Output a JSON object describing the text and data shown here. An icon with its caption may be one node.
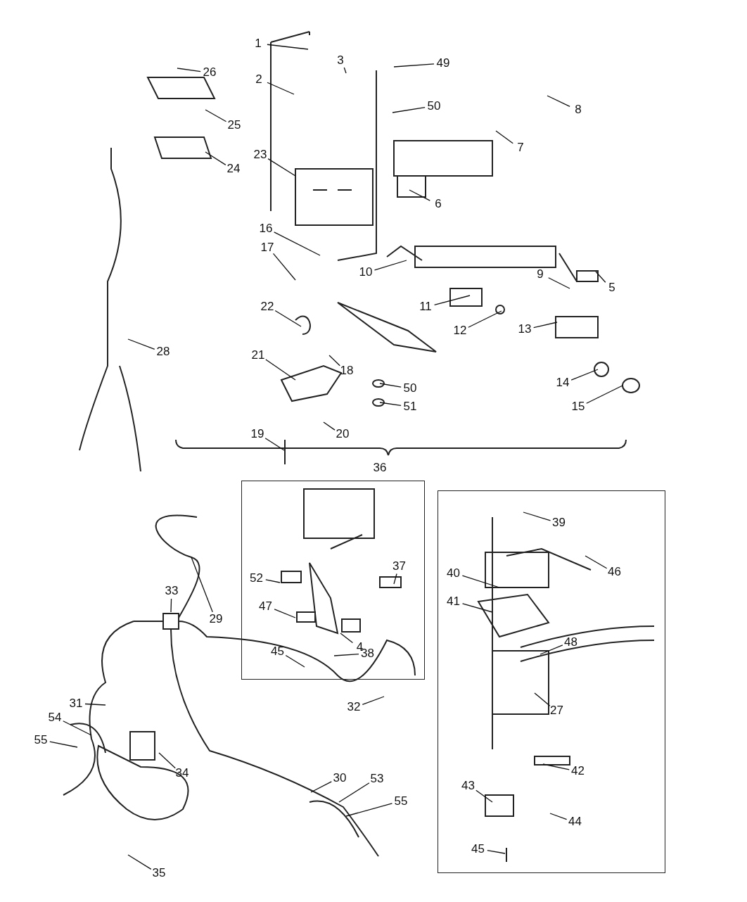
{
  "diagram": {
    "nodes": [
      {
        "text": [
          "26"
        ]
      },
      {
        "text": [
          "1"
        ]
      },
      {
        "text": [
          "2"
        ]
      },
      {
        "text": [
          "3"
        ]
      },
      {
        "text": [
          "49"
        ]
      },
      {
        "text": [
          "50"
        ]
      },
      {
        "text": [
          "8"
        ]
      },
      {
        "text": [
          "7"
        ]
      },
      {
        "text": [
          "25"
        ]
      },
      {
        "text": [
          "24"
        ]
      },
      {
        "text": [
          "23"
        ]
      },
      {
        "text": [
          "6"
        ]
      },
      {
        "text": [
          "16"
        ]
      },
      {
        "text": [
          "17"
        ]
      },
      {
        "text": [
          "10"
        ]
      },
      {
        "text": [
          "9"
        ]
      },
      {
        "text": [
          "5"
        ]
      },
      {
        "text": [
          "11"
        ]
      },
      {
        "text": [
          "12"
        ]
      },
      {
        "text": [
          "13"
        ]
      },
      {
        "text": [
          "22"
        ]
      },
      {
        "text": [
          "18"
        ]
      },
      {
        "text": [
          "21"
        ]
      },
      {
        "text": [
          "50"
        ]
      },
      {
        "text": [
          "51"
        ]
      },
      {
        "text": [
          "14"
        ]
      },
      {
        "text": [
          "15"
        ]
      },
      {
        "text": [
          "19"
        ]
      },
      {
        "text": [
          "20"
        ]
      },
      {
        "text": [
          "28"
        ]
      },
      {
        "text": [],
        "shape": "box"
      },
      {
        "text": [
          "52"
        ],
        "in": 30
      },
      {
        "text": [
          "37"
        ],
        "in": 30
      },
      {
        "text": [
          "47"
        ],
        "in": 30
      },
      {
        "text": [
          "4"
        ],
        "in": 30
      },
      {
        "text": [
          "38"
        ],
        "in": 30
      },
      {
        "text": [
          "45"
        ],
        "in": 30
      },
      {
        "text": [],
        "shape": "box"
      },
      {
        "text": [
          "39"
        ],
        "in": 37
      },
      {
        "text": [
          "40"
        ],
        "in": 37
      },
      {
        "text": [
          "46"
        ],
        "in": 37
      },
      {
        "text": [
          "41"
        ],
        "in": 37
      },
      {
        "text": [
          "48"
        ],
        "in": 37
      },
      {
        "text": [
          "27"
        ],
        "in": 37
      },
      {
        "text": [
          "42"
        ],
        "in": 37
      },
      {
        "text": [
          "43"
        ],
        "in": 37
      },
      {
        "text": [
          "44"
        ],
        "in": 37
      },
      {
        "text": [
          "45"
        ],
        "in": 37
      },
      {
        "text": [
          "29"
        ]
      },
      {
        "text": [
          "33"
        ]
      },
      {
        "text": [
          "31"
        ]
      },
      {
        "text": [
          "32"
        ]
      },
      {
        "text": [
          "54"
        ]
      },
      {
        "text": [
          "55"
        ]
      },
      {
        "text": [
          "34"
        ]
      },
      {
        "text": [
          "30"
        ]
      },
      {
        "text": [
          "53"
        ]
      },
      {
        "text": [
          "55"
        ]
      },
      {
        "text": [
          "35"
        ]
      }
    ],
    "edges": [
      {
        "from": 0,
        "to": null,
        "arrow": "none"
      },
      {
        "from": 1,
        "to": null,
        "arrow": "none"
      },
      {
        "from": 2,
        "to": null,
        "arrow": "none"
      },
      {
        "from": 3,
        "to": null,
        "arrow": "none"
      },
      {
        "from": 4,
        "to": null,
        "arrow": "none"
      },
      {
        "from": 5,
        "to": null,
        "arrow": "none"
      },
      {
        "from": 6,
        "to": null,
        "arrow": "none"
      },
      {
        "from": 7,
        "to": null,
        "arrow": "none"
      },
      {
        "from": 8,
        "to": null,
        "arrow": "none"
      },
      {
        "from": 9,
        "to": null,
        "arrow": "none"
      },
      {
        "from": 10,
        "to": null,
        "arrow": "none"
      },
      {
        "from": 11,
        "to": null,
        "arrow": "none"
      },
      {
        "from": 12,
        "to": null,
        "arrow": "none"
      },
      {
        "from": 13,
        "to": null,
        "arrow": "none"
      },
      {
        "from": 14,
        "to": null,
        "arrow": "none"
      },
      {
        "from": 15,
        "to": null,
        "arrow": "none"
      },
      {
        "from": 16,
        "to": null,
        "arrow": "none"
      },
      {
        "from": 17,
        "to": null,
        "arrow": "none"
      },
      {
        "from": 18,
        "to": null,
        "arrow": "none"
      },
      {
        "from": 19,
        "to": null,
        "arrow": "none"
      },
      {
        "from": 20,
        "to": null,
        "arrow": "none"
      },
      {
        "from": 21,
        "to": null,
        "arrow": "none"
      },
      {
        "from": 22,
        "to": null,
        "arrow": "none"
      },
      {
        "from": 23,
        "to": null,
        "arrow": "none"
      },
      {
        "from": 24,
        "to": null,
        "arrow": "none"
      },
      {
        "from": 25,
        "to": null,
        "arrow": "none"
      },
      {
        "from": 26,
        "to": null,
        "arrow": "none"
      },
      {
        "from": 27,
        "to": null,
        "arrow": "none"
      },
      {
        "from": 28,
        "to": null,
        "arrow": "none"
      },
      {
        "from": 29,
        "to": null,
        "arrow": "none"
      },
      {
        "from": 31,
        "to": null,
        "arrow": "none"
      },
      {
        "from": 32,
        "to": null,
        "arrow": "none"
      },
      {
        "from": 33,
        "to": null,
        "arrow": "none"
      },
      {
        "from": 34,
        "to": null,
        "arrow": "none"
      },
      {
        "from": 35,
        "to": null,
        "arrow": "none"
      },
      {
        "from": 36,
        "to": null,
        "arrow": "none"
      },
      {
        "from": 38,
        "to": null,
        "arrow": "none"
      },
      {
        "from": 39,
        "to": null,
        "arrow": "none"
      },
      {
        "from": 40,
        "to": null,
        "arrow": "none"
      },
      {
        "from": 41,
        "to": null,
        "arrow": "none"
      },
      {
        "from": 42,
        "to": null,
        "arrow": "none"
      },
      {
        "from": 43,
        "to": null,
        "arrow": "none"
      },
      {
        "from": 44,
        "to": null,
        "arrow": "none"
      },
      {
        "from": 45,
        "to": null,
        "arrow": "none"
      },
      {
        "from": 46,
        "to": null,
        "arrow": "none"
      },
      {
        "from": 47,
        "to": null,
        "arrow": "none"
      },
      {
        "from": 48,
        "to": null,
        "arrow": "none"
      },
      {
        "from": 49,
        "to": null,
        "arrow": "none"
      },
      {
        "from": 50,
        "to": null,
        "arrow": "none"
      },
      {
        "from": 51,
        "to": null,
        "arrow": "none"
      },
      {
        "from": 52,
        "to": null,
        "arrow": "none"
      },
      {
        "from": 53,
        "to": null,
        "arrow": "none"
      },
      {
        "from": 54,
        "to": null,
        "arrow": "none"
      },
      {
        "from": 55,
        "to": null,
        "arrow": "none"
      },
      {
        "from": 56,
        "to": null,
        "arrow": "none"
      },
      {
        "from": 57,
        "to": null,
        "arrow": "none"
      },
      {
        "from": 58,
        "to": null,
        "arrow": "none"
      }
    ],
    "labels": [
      "36"
    ]
  }
}
